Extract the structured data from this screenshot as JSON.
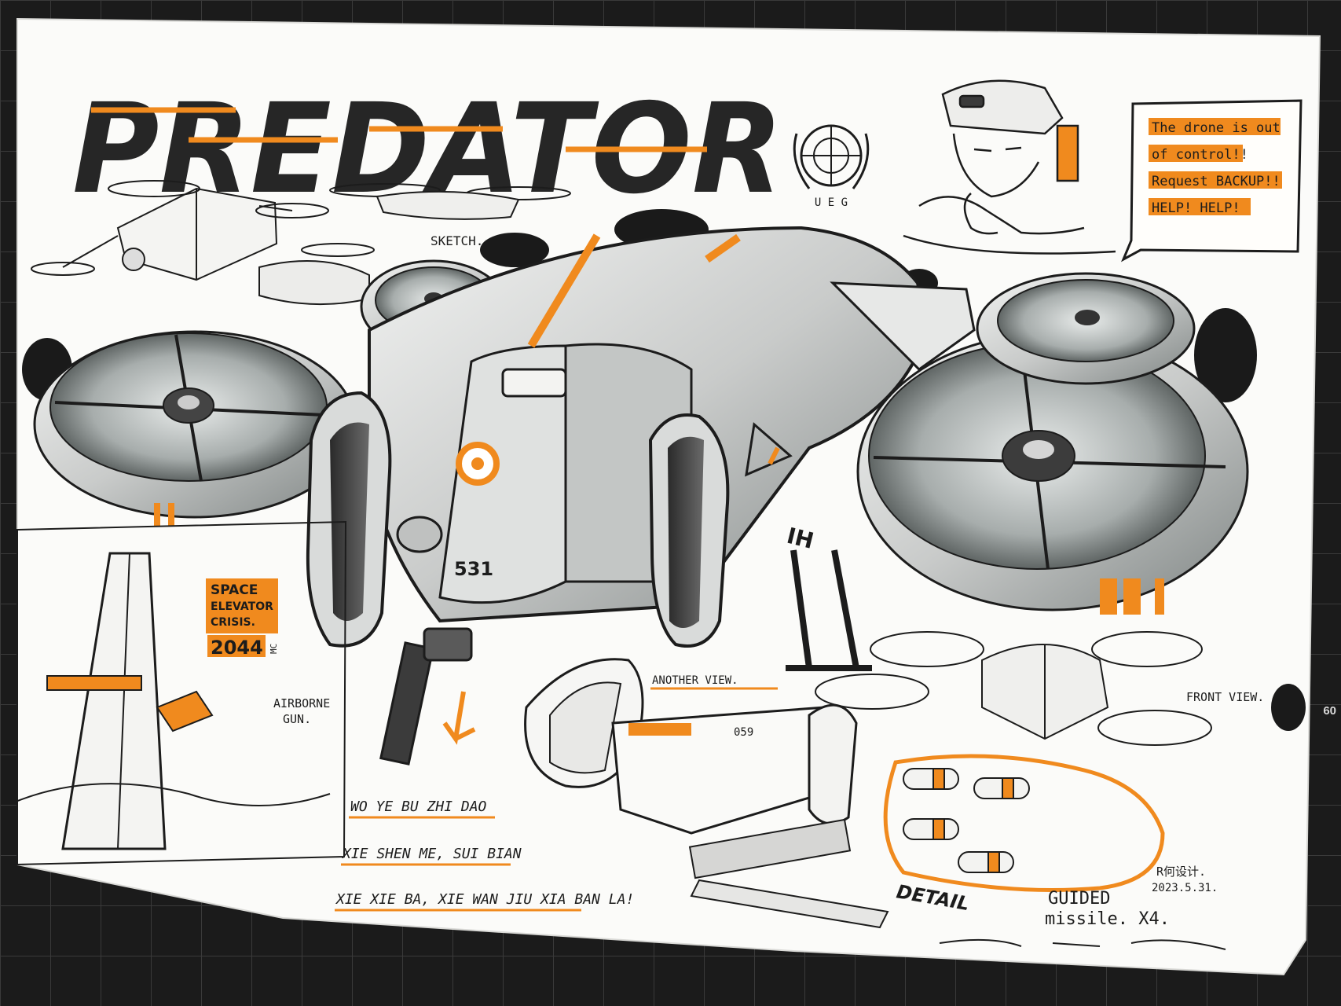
{
  "title": "PREDATOR",
  "emblem_text": "U E G",
  "speech_bubble": {
    "lines": [
      "The drone is out",
      "of control!!",
      "Request BACKUP!!",
      "HELP! HELP!"
    ]
  },
  "labels": {
    "sketch": "SKETCH.",
    "another_view": "ANOTHER VIEW.",
    "front_view": "FRONT VIEW.",
    "airborne_gun": [
      "AIRBORNE",
      "GUN."
    ],
    "detail": "DETAIL",
    "guided_missile": [
      "GUIDED",
      "missile. X4."
    ],
    "hull_code": "531",
    "hull_mark": "IH",
    "pod_code": "059"
  },
  "space_elevator": {
    "lines": [
      "SPACE",
      "ELEVATOR",
      "CRISIS."
    ],
    "year": "2044",
    "suffix": "MC"
  },
  "notes": [
    "WO YE BU ZHI DAO",
    "XIE SHEN ME, SUI BIAN",
    "XIE XIE BA, XIE WAN JIU XIA BAN LA!"
  ],
  "signature": {
    "name": "R何设计.",
    "date": "2023.5.31."
  },
  "mat_number": "60",
  "colors": {
    "accent": "#f08a1e",
    "ink": "#1c1c1c",
    "paper": "#fbfbf9",
    "metal": "#c9cbca",
    "metal_dark": "#7f8584",
    "mat": "#1b1b1b"
  }
}
